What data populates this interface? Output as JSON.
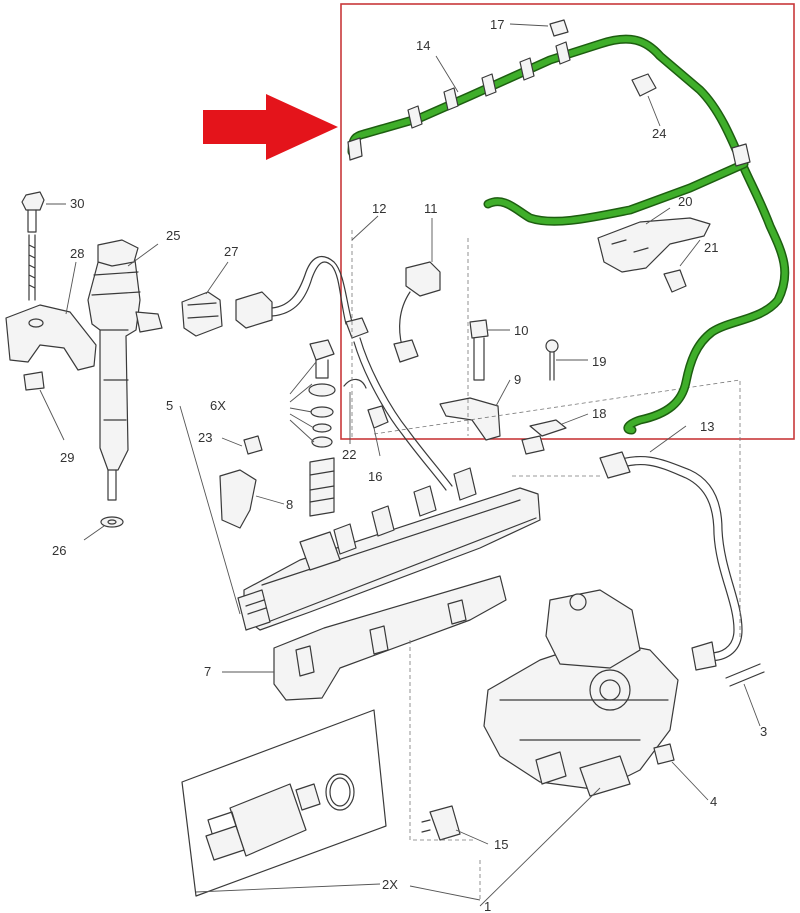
{
  "colors": {
    "highlight_hose": "#3fae2a",
    "highlight_box": "#c8383a",
    "arrow": "#e4141b",
    "line": "#3a3a3a"
  },
  "icons": {
    "arrow": "red-arrow-icon",
    "box": "highlight-box"
  },
  "callouts": {
    "c1": "1",
    "c2x_bottom": "2X",
    "c3": "3",
    "c4": "4",
    "c5": "5",
    "c6x": "6X",
    "c7": "7",
    "c8": "8",
    "c9": "9",
    "c10": "10",
    "c11": "11",
    "c12": "12",
    "c13": "13",
    "c14": "14",
    "c15": "15",
    "c16": "16",
    "c17": "17",
    "c18": "18",
    "c19": "19",
    "c20": "20",
    "c21": "21",
    "c22": "22",
    "c23": "23",
    "c24": "24",
    "c25": "25",
    "c26": "26",
    "c27": "27",
    "c28": "28",
    "c29": "29",
    "c30": "30"
  }
}
